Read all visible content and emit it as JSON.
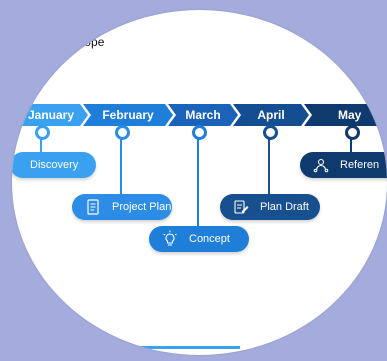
{
  "title": "Scope",
  "months": [
    {
      "label": "January",
      "color": "#3aa0f0"
    },
    {
      "label": "February",
      "color": "#1f7fd8"
    },
    {
      "label": "March",
      "color": "#1a63b8"
    },
    {
      "label": "April",
      "color": "#144d91"
    },
    {
      "label": "May",
      "color": "#0f3a6e"
    }
  ],
  "milestones": [
    {
      "label": "Discovery",
      "icon": "search-icon",
      "color": "#3aa0f0"
    },
    {
      "label": "Project Plan",
      "icon": "document-icon",
      "color": "#2c8ce6"
    },
    {
      "label": "Concept",
      "icon": "lightbulb-icon",
      "color": "#1f7fd8"
    },
    {
      "label": "Plan Draft",
      "icon": "edit-document-icon",
      "color": "#184f8e"
    },
    {
      "label": "Referen",
      "icon": "team-icon",
      "color": "#0f3a6e"
    }
  ]
}
